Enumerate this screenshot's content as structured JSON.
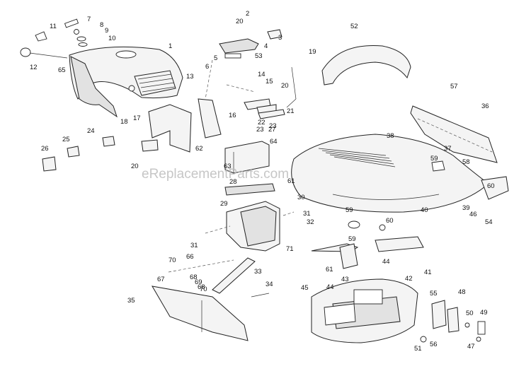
{
  "watermark": "eReplacementParts.com",
  "callouts": [
    "1",
    "2",
    "3",
    "4",
    "5",
    "6",
    "7",
    "8",
    "9",
    "10",
    "11",
    "12",
    "13",
    "14",
    "15",
    "16",
    "17",
    "18",
    "19",
    "20",
    "20",
    "20",
    "21",
    "22",
    "23",
    "23",
    "24",
    "25",
    "26",
    "27",
    "28",
    "29",
    "30",
    "31",
    "31",
    "32",
    "33",
    "34",
    "35",
    "36",
    "37",
    "38",
    "39",
    "40",
    "41",
    "42",
    "43",
    "44",
    "44",
    "45",
    "46",
    "47",
    "48",
    "49",
    "50",
    "51",
    "52",
    "53",
    "54",
    "55",
    "56",
    "57",
    "58",
    "59",
    "59",
    "59",
    "60",
    "60",
    "61",
    "61",
    "62",
    "63",
    "64",
    "65",
    "66",
    "67",
    "68",
    "68",
    "69",
    "70",
    "70",
    "71"
  ]
}
